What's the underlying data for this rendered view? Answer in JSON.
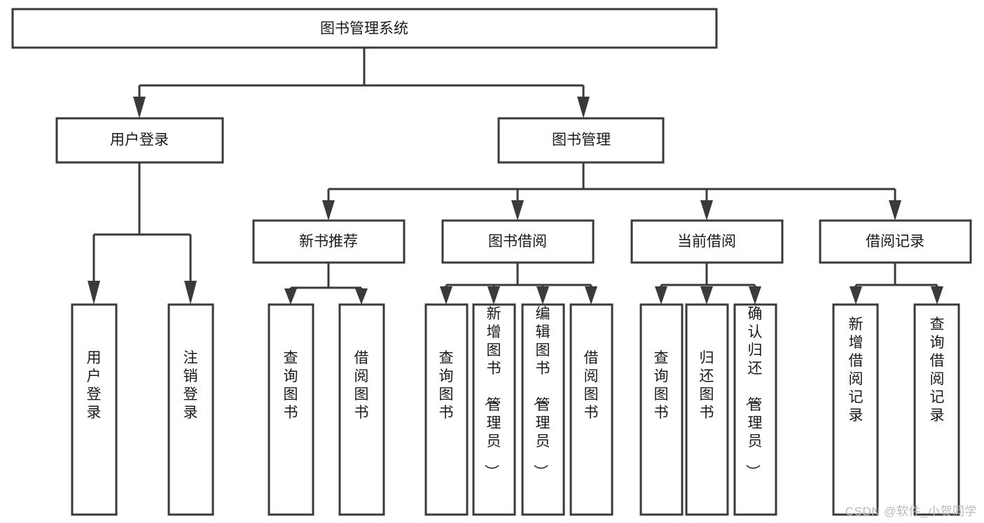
{
  "diagram": {
    "title": "图书管理系统",
    "watermark": "CSDN @软件_小贺同学",
    "colors": {
      "stroke": "#3a3a3a",
      "fill": "#ffffff",
      "text": "#1a1a1a",
      "watermark": "#b9b9b9"
    },
    "root": {
      "label": "图书管理系统",
      "orientation": "horizontal"
    },
    "level2": [
      {
        "label": "用户登录",
        "orientation": "horizontal"
      },
      {
        "label": "图书管理",
        "orientation": "horizontal"
      }
    ],
    "level3": [
      {
        "label": "新书推荐",
        "orientation": "horizontal"
      },
      {
        "label": "图书借阅",
        "orientation": "horizontal"
      },
      {
        "label": "当前借阅",
        "orientation": "horizontal"
      },
      {
        "label": "借阅记录",
        "orientation": "horizontal"
      }
    ],
    "leaves": {
      "user_login": [
        {
          "label": "用户登录",
          "orientation": "vertical"
        },
        {
          "label": "注销登录",
          "orientation": "vertical"
        }
      ],
      "new_book_recommend": [
        {
          "label": "查询图书",
          "orientation": "vertical"
        },
        {
          "label": "借阅图书",
          "orientation": "vertical"
        }
      ],
      "book_borrow": [
        {
          "label": "查询图书",
          "orientation": "vertical"
        },
        {
          "label": "新增图书（管理员）",
          "orientation": "vertical"
        },
        {
          "label": "编辑图书（管理员）",
          "orientation": "vertical"
        },
        {
          "label": "借阅图书",
          "orientation": "vertical"
        }
      ],
      "current_borrow": [
        {
          "label": "查询图书",
          "orientation": "vertical"
        },
        {
          "label": "归还图书",
          "orientation": "vertical"
        },
        {
          "label": "确认归还（管理员）",
          "orientation": "vertical"
        }
      ],
      "borrow_record": [
        {
          "label": "新增借阅记录",
          "orientation": "vertical"
        },
        {
          "label": "查询借阅记录",
          "orientation": "vertical"
        }
      ]
    }
  }
}
